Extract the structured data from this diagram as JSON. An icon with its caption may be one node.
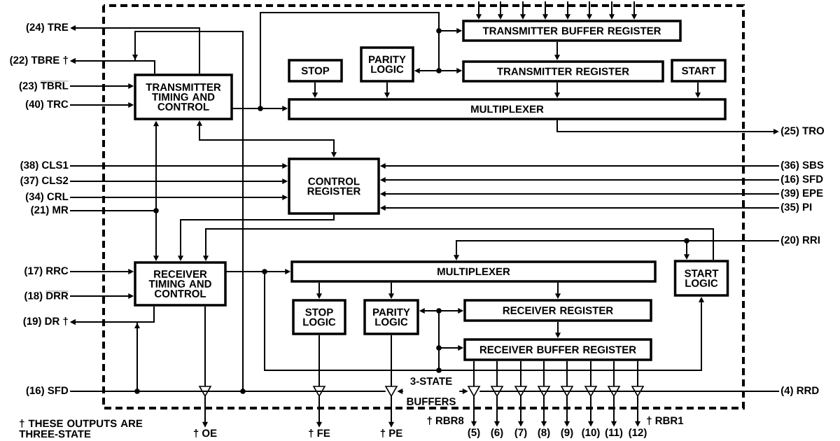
{
  "diagram": {
    "nodes": [
      {
        "text": [
          "(24)",
          "TRE"
        ]
      },
      {
        "text": [
          "(22)",
          "TBRE †"
        ]
      },
      {
        "text": [
          "(23)",
          "\\overline{\\textbf{TBRL}}"
        ]
      },
      {
        "text": [
          "(40)",
          "TRC"
        ]
      },
      {
        "text": [
          "(38)",
          "CLS1"
        ]
      },
      {
        "text": [
          "(37)",
          "CLS2"
        ]
      },
      {
        "text": [
          "(34)",
          "CRL"
        ]
      },
      {
        "text": [
          "(21)",
          "MR"
        ]
      },
      {
        "text": [
          "(17)",
          "RRC"
        ]
      },
      {
        "text": [
          "(18)",
          "\\overline{\\textbf{DRR}}"
        ]
      },
      {
        "text": [
          "(19)",
          "DR †"
        ]
      },
      {
        "text": [
          "(16)",
          "SFD"
        ]
      },
      {
        "text": [
          "(25)",
          "TRO"
        ]
      },
      {
        "text": [
          "(36)",
          "SBS"
        ]
      },
      {
        "text": [
          "(16)",
          "SFD"
        ]
      },
      {
        "text": [
          "(39)",
          "EPE"
        ]
      },
      {
        "text": [
          "(35)",
          "PI"
        ]
      },
      {
        "text": [
          "(20)",
          "RRI"
        ]
      },
      {
        "text": [
          "(4)",
          "RRD"
        ]
      },
      {
        "text": [
          "TRANSMITTER TIMING AND CONTROL"
        ]
      },
      {
        "text": [
          "TRANSMITTER BUFFER REGISTER"
        ]
      },
      {
        "text": [
          "PARITY LOGIC"
        ]
      },
      {
        "text": [
          "STOP"
        ]
      },
      {
        "text": [
          "TRANSMITTER REGISTER"
        ]
      },
      {
        "text": [
          "START"
        ]
      },
      {
        "text": [
          "MULTIPLEXER"
        ]
      },
      {
        "text": [
          "CONTROL REGISTER"
        ]
      },
      {
        "text": [
          "RECEIVER TIMING AND CONTROL"
        ]
      },
      {
        "text": [
          "MULTIPLEXER"
        ]
      },
      {
        "text": [
          "START LOGIC"
        ]
      },
      {
        "text": [
          "STOP LOGIC"
        ]
      },
      {
        "text": [
          "PARITY LOGIC"
        ]
      },
      {
        "text": [
          "RECEIVER REGISTER"
        ]
      },
      {
        "text": [
          "RECEIVER BUFFER REGISTER"
        ]
      },
      {
        "text": [],
        "shape": "triangle"
      },
      {
        "text": [],
        "shape": "triangle"
      },
      {
        "text": [],
        "shape": "triangle"
      },
      {
        "text": [],
        "shape": "triangle"
      },
      {
        "text": [],
        "shape": "triangle"
      },
      {
        "text": [],
        "shape": "triangle"
      },
      {
        "text": [],
        "shape": "triangle"
      },
      {
        "text": [],
        "shape": "triangle"
      },
      {
        "text": [],
        "shape": "triangle"
      },
      {
        "text": [],
        "shape": "triangle"
      },
      {
        "text": [],
        "shape": "triangle"
      },
      {
        "text": [
          "3-STATE BUFFERS"
        ]
      },
      {
        "text": [
          "† OE"
        ]
      },
      {
        "text": [
          "† FE"
        ]
      },
      {
        "text": [
          "† PE"
        ]
      },
      {
        "text": [
          "(5)"
        ]
      },
      {
        "text": [
          "(6)"
        ]
      },
      {
        "text": [
          "(7)"
        ]
      },
      {
        "text": [
          "(8)"
        ]
      },
      {
        "text": [
          "(9)"
        ]
      },
      {
        "text": [
          "(10)"
        ]
      },
      {
        "text": [
          "(11)"
        ]
      },
      {
        "text": [
          "(12)"
        ]
      }
    ],
    "edges": [
      {
        "from": 19,
        "to": 0,
        "arrow": "to"
      },
      {
        "from": 19,
        "to": 1,
        "arrow": "to"
      },
      {
        "from": 2,
        "to": 19,
        "arrow": "to"
      },
      {
        "from": 3,
        "to": 19,
        "arrow": "to"
      },
      {
        "from": 7,
        "to": 19,
        "arrow": "to"
      },
      {
        "from": 7,
        "to": 27,
        "arrow": "to"
      },
      {
        "from": 4,
        "to": 26,
        "arrow": "to"
      },
      {
        "from": 5,
        "to": 26,
        "arrow": "to"
      },
      {
        "from": 6,
        "to": 26,
        "arrow": "to"
      },
      {
        "from": 19,
        "to": 26,
        "arrow": "both"
      },
      {
        "from": 26,
        "to": 27,
        "arrow": "to"
      },
      {
        "from": 29,
        "to": 27,
        "arrow": "to"
      },
      {
        "from": 8,
        "to": 27,
        "arrow": "to"
      },
      {
        "from": 9,
        "to": 27,
        "arrow": "to"
      },
      {
        "from": 27,
        "to": 10,
        "arrow": "to"
      },
      {
        "from": 11,
        "to": 10,
        "arrow": "to"
      },
      {
        "from": 11,
        "to": 1,
        "arrow": "to"
      },
      {
        "from": 11,
        "to": 34,
        "arrow": "none"
      },
      {
        "from": 11,
        "to": 35,
        "arrow": "none"
      },
      {
        "from": 11,
        "to": 36,
        "arrow": "none"
      },
      {
        "from": 45,
        "to": 36,
        "arrow": "to"
      },
      {
        "from": 45,
        "to": 37,
        "arrow": "to"
      },
      {
        "from": 18,
        "to": 37,
        "arrow": "none"
      },
      {
        "from": 18,
        "to": 38,
        "arrow": "none"
      },
      {
        "from": 18,
        "to": 39,
        "arrow": "none"
      },
      {
        "from": 18,
        "to": 40,
        "arrow": "none"
      },
      {
        "from": 18,
        "to": 41,
        "arrow": "none"
      },
      {
        "from": 18,
        "to": 42,
        "arrow": "none"
      },
      {
        "from": 18,
        "to": 43,
        "arrow": "none"
      },
      {
        "from": 18,
        "to": 44,
        "arrow": "none"
      },
      {
        "from": 19,
        "to": 25,
        "arrow": "to"
      },
      {
        "from": 19,
        "to": 20,
        "arrow": "to"
      },
      {
        "from": 19,
        "to": 23,
        "arrow": "to"
      },
      {
        "from": 19,
        "to": 21,
        "arrow": "to"
      },
      {
        "from": 20,
        "to": 23,
        "arrow": "to"
      },
      {
        "from": 23,
        "to": 25,
        "arrow": "to"
      },
      {
        "from": 22,
        "to": 25,
        "arrow": "to"
      },
      {
        "from": 21,
        "to": 25,
        "arrow": "to"
      },
      {
        "from": 24,
        "to": 25,
        "arrow": "to"
      },
      {
        "from": 25,
        "to": 12,
        "arrow": "to"
      },
      {
        "from": null,
        "to": 20,
        "arrow": "to"
      },
      {
        "from": null,
        "to": 20,
        "arrow": "to"
      },
      {
        "from": null,
        "to": 20,
        "arrow": "to"
      },
      {
        "from": null,
        "to": 20,
        "arrow": "to"
      },
      {
        "from": null,
        "to": 20,
        "arrow": "to"
      },
      {
        "from": null,
        "to": 20,
        "arrow": "to"
      },
      {
        "from": null,
        "to": 20,
        "arrow": "to"
      },
      {
        "from": null,
        "to": 20,
        "arrow": "to"
      },
      {
        "from": 17,
        "to": 28,
        "arrow": "to"
      },
      {
        "from": 17,
        "to": 29,
        "arrow": "to"
      },
      {
        "from": 27,
        "to": 28,
        "arrow": "to"
      },
      {
        "from": 27,
        "to": 29,
        "arrow": "to"
      },
      {
        "from": 27,
        "to": 32,
        "arrow": "to"
      },
      {
        "from": 27,
        "to": 33,
        "arrow": "to"
      },
      {
        "from": 27,
        "to": 31,
        "arrow": "to"
      },
      {
        "from": 28,
        "to": 30,
        "arrow": "to"
      },
      {
        "from": 28,
        "to": 31,
        "arrow": "to"
      },
      {
        "from": 28,
        "to": 32,
        "arrow": "to"
      },
      {
        "from": 32,
        "to": 33,
        "arrow": "to"
      },
      {
        "from": 27,
        "to": 34,
        "arrow": "none"
      },
      {
        "from": 30,
        "to": 35,
        "arrow": "none"
      },
      {
        "from": 31,
        "to": 36,
        "arrow": "none"
      },
      {
        "from": 33,
        "to": 37,
        "arrow": "none"
      },
      {
        "from": 33,
        "to": 38,
        "arrow": "none"
      },
      {
        "from": 33,
        "to": 39,
        "arrow": "none"
      },
      {
        "from": 33,
        "to": 40,
        "arrow": "none"
      },
      {
        "from": 33,
        "to": 41,
        "arrow": "none"
      },
      {
        "from": 33,
        "to": 42,
        "arrow": "none"
      },
      {
        "from": 33,
        "to": 43,
        "arrow": "none"
      },
      {
        "from": 33,
        "to": 44,
        "arrow": "none"
      },
      {
        "from": 34,
        "to": 46,
        "arrow": "to"
      },
      {
        "from": 35,
        "to": 47,
        "arrow": "to"
      },
      {
        "from": 36,
        "to": 48,
        "arrow": "to"
      },
      {
        "from": 37,
        "to": 49,
        "arrow": "to"
      },
      {
        "from": 38,
        "to": 50,
        "arrow": "to"
      },
      {
        "from": 39,
        "to": 51,
        "arrow": "to"
      },
      {
        "from": 40,
        "to": 52,
        "arrow": "to"
      },
      {
        "from": 41,
        "to": 53,
        "arrow": "to"
      },
      {
        "from": 42,
        "to": 54,
        "arrow": "to"
      },
      {
        "from": 43,
        "to": 55,
        "arrow": "to"
      },
      {
        "from": 44,
        "to": 56,
        "arrow": "to"
      },
      {
        "from": 13,
        "to": 26,
        "arrow": "to"
      },
      {
        "from": 14,
        "to": 26,
        "arrow": "to"
      },
      {
        "from": 15,
        "to": 26,
        "arrow": "to"
      },
      {
        "from": 16,
        "to": 26,
        "arrow": "to"
      }
    ],
    "labels": [
      "† RBR8",
      "† RBR1",
      "† THESE OUTPUTS ARE THREE-STATE"
    ]
  }
}
